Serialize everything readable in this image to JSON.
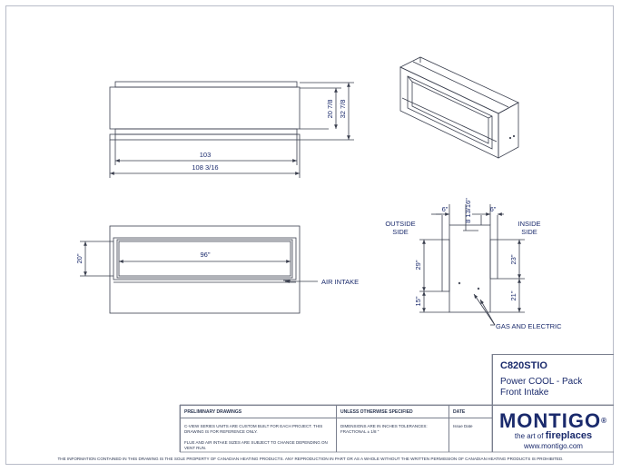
{
  "dimensions": {
    "front_height_inner": "20 7/8",
    "front_height_outer": "32 7/8",
    "front_width_inner": "103",
    "front_width_outer": "108 3/16",
    "view_width": "96\"",
    "view_height": "20\"",
    "side_top_left": "6\"",
    "side_top_mid": "8 13/16\"",
    "side_top_right": "6\"",
    "side_left_upper": "29\"",
    "side_left_lower": "15\"",
    "side_right_upper": "23\"",
    "side_right_lower": "21\""
  },
  "labels": {
    "outside_side": "OUTSIDE SIDE",
    "inside_side": "INSIDE SIDE",
    "air_intake": "AIR INTAKE",
    "gas_electric": "GAS AND ELECTRIC"
  },
  "title_block": {
    "model_code": "C820STIO",
    "description_line1": "Power COOL - Pack",
    "description_line2": "Front Intake",
    "col1_header": "PRELIMINARY DRAWINGS",
    "col1_note1": "C-VIEW SERIES UNITS ARE CUSTOM BUILT FOR EACH PROJECT. THIS DRAWING IS FOR REFERENCE ONLY.",
    "col1_note2": "FLUE AND AIR INTAKE SIZES ARE SUBJECT TO CHANGE DEPENDING ON VENT RUN.",
    "col2_header": "UNLESS OTHERWISE SPECIFIED",
    "col2_note": "DIMENSIONS ARE IN INCHES TOLERANCES: FRACTIONAL ± 1/8  \"",
    "col3_header": "DATE",
    "col3_value": "Issue Date"
  },
  "logo": {
    "brand": "MONTIGO",
    "registered": "®",
    "tag_prefix": "the art of",
    "tag_emphasis": "fireplaces",
    "url": "www.montigo.com"
  },
  "footer_text": "THE INFORMATION CONTAINED IN THIS DRAWING IS THE SOLE PROPERTY OF CANADIAN HEATING PRODUCTS. ANY REPRODUCTION IN PART OR AS A WHOLE WITHOUT THE WRITTEN PERMISSION OF CANADIAN HEATING PRODUCTS IS PROHIBITED.",
  "colors": {
    "ink": "#1a2a6c",
    "line": "#3a3f4e"
  }
}
